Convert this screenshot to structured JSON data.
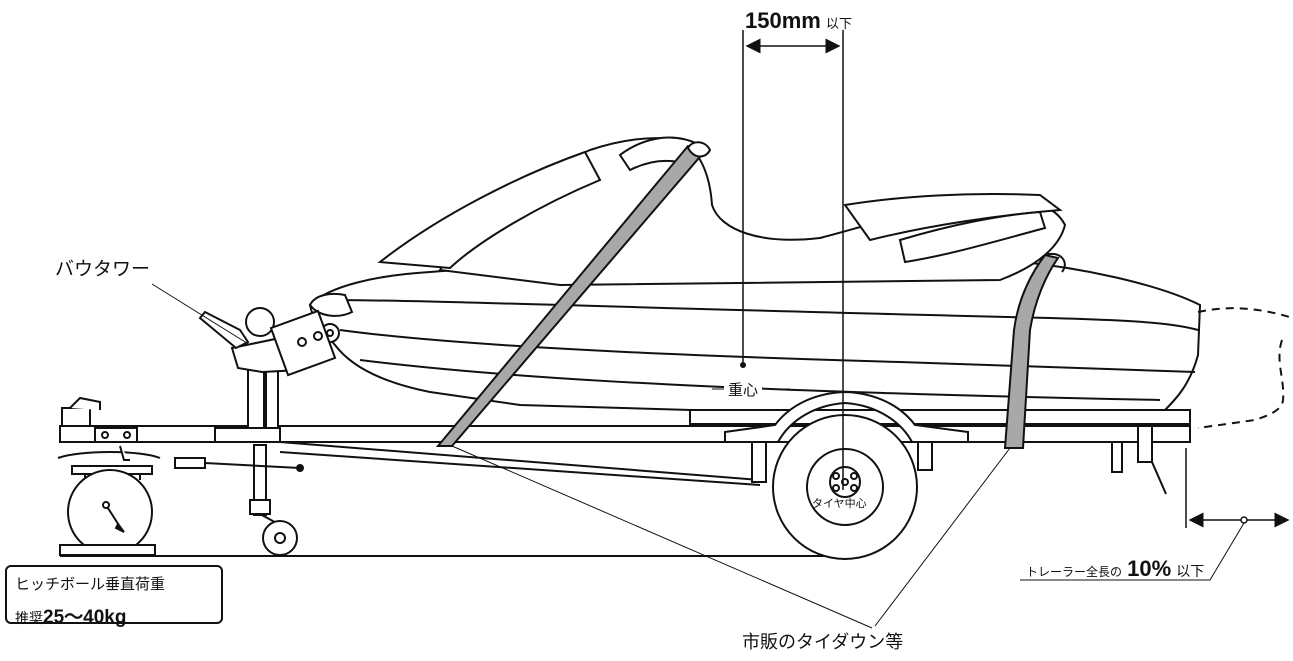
{
  "labels": {
    "bow_tower": "バウタワー",
    "cog_distance_value": "150mm",
    "cog_distance_suffix": "以下",
    "center_of_gravity": "重心",
    "tire_center": "タイヤ中心",
    "tie_down": "市販のタイダウン等",
    "overhang_prefix": "トレーラー全長の",
    "overhang_value": "10%",
    "overhang_suffix": "以下"
  },
  "hitch_box": {
    "title": "ヒッチボール垂直荷重",
    "recommended_label": "推奨",
    "recommended_range": "25〜40kg"
  },
  "colors": {
    "line": "#111111",
    "strap": "#a8a8a8",
    "background": "#ffffff"
  }
}
